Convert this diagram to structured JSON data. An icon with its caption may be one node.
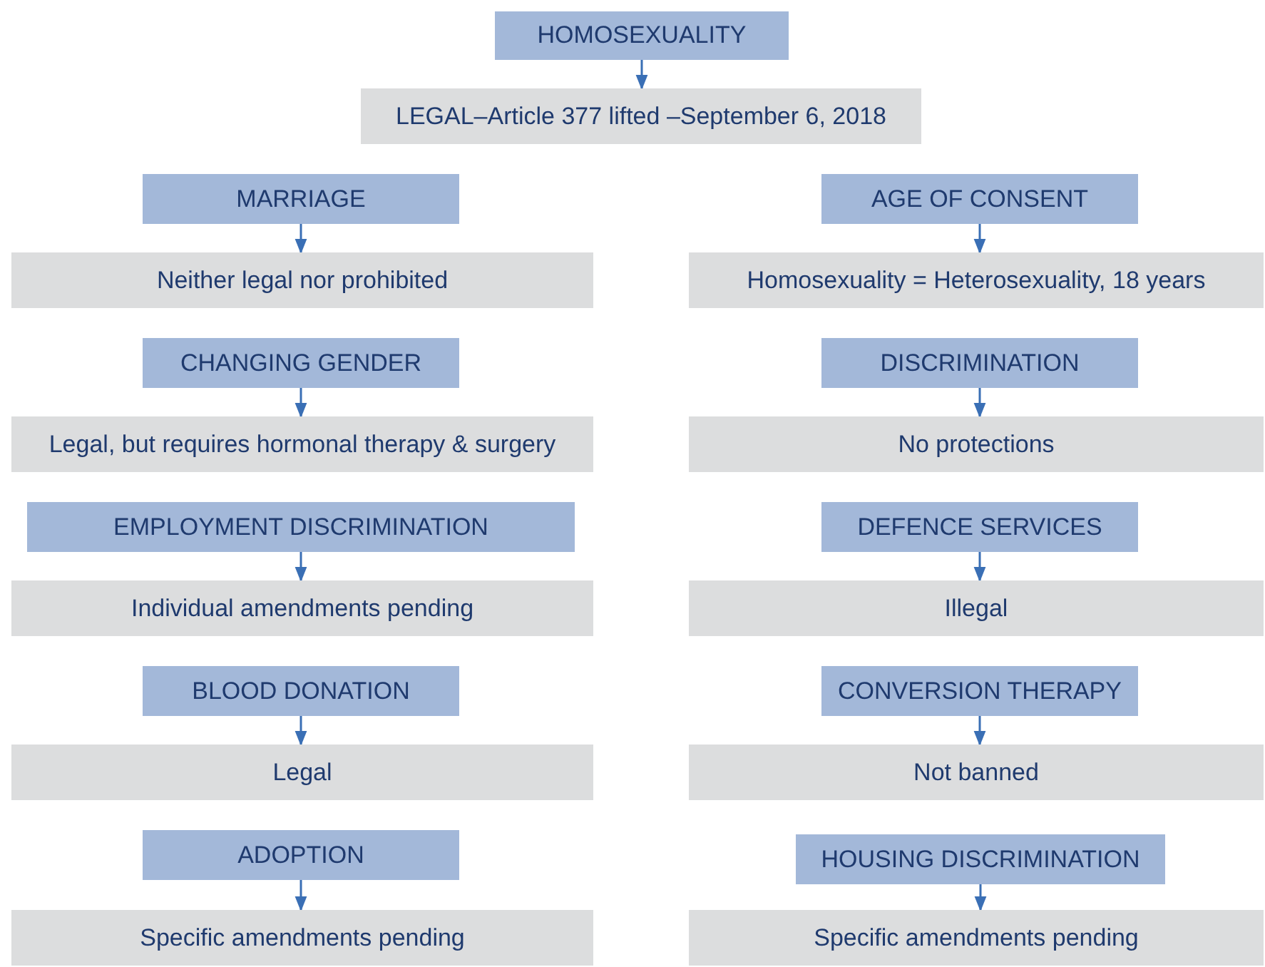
{
  "diagram": {
    "nodes": [
      {
        "text": [
          "HOMOSEXUALITY"
        ]
      },
      {
        "text": [
          "LEGAL–Article 377 lifted –September 6, 2018"
        ]
      },
      {
        "text": [
          "MARRIAGE"
        ]
      },
      {
        "text": [
          "AGE OF CONSENT"
        ]
      },
      {
        "text": [
          "Neither legal nor prohibited"
        ]
      },
      {
        "text": [
          "Homosexuality = Heterosexuality, 18 years"
        ]
      },
      {
        "text": [
          "CHANGING GENDER"
        ]
      },
      {
        "text": [
          "DISCRIMINATION"
        ]
      },
      {
        "text": [
          "Legal, but requires hormonal therapy & surgery"
        ]
      },
      {
        "text": [
          "No protections"
        ]
      },
      {
        "text": [
          "EMPLOYMENT DISCRIMINATION"
        ]
      },
      {
        "text": [
          "DEFENCE SERVICES"
        ]
      },
      {
        "text": [
          "Individual amendments pending"
        ]
      },
      {
        "text": [
          "Illegal"
        ]
      },
      {
        "text": [
          "BLOOD DONATION"
        ]
      },
      {
        "text": [
          "CONVERSION THERAPY"
        ]
      },
      {
        "text": [
          "Legal"
        ]
      },
      {
        "text": [
          "Not banned"
        ]
      },
      {
        "text": [
          "ADOPTION"
        ]
      },
      {
        "text": [
          "HOUSING DISCRIMINATION"
        ]
      },
      {
        "text": [
          "Specific amendments pending"
        ]
      },
      {
        "text": [
          "Specific amendments pending"
        ]
      }
    ],
    "edges": [
      {
        "from": 0,
        "to": 1,
        "arrow": "to"
      },
      {
        "from": 2,
        "to": 4,
        "arrow": "to"
      },
      {
        "from": 3,
        "to": 5,
        "arrow": "to"
      },
      {
        "from": 6,
        "to": 8,
        "arrow": "to"
      },
      {
        "from": 7,
        "to": 9,
        "arrow": "to"
      },
      {
        "from": 10,
        "to": 12,
        "arrow": "to"
      },
      {
        "from": 11,
        "to": 13,
        "arrow": "to"
      },
      {
        "from": 14,
        "to": 16,
        "arrow": "to"
      },
      {
        "from": 15,
        "to": 17,
        "arrow": "to"
      },
      {
        "from": 18,
        "to": 20,
        "arrow": "to"
      },
      {
        "from": 19,
        "to": 21,
        "arrow": "to"
      }
    ]
  }
}
